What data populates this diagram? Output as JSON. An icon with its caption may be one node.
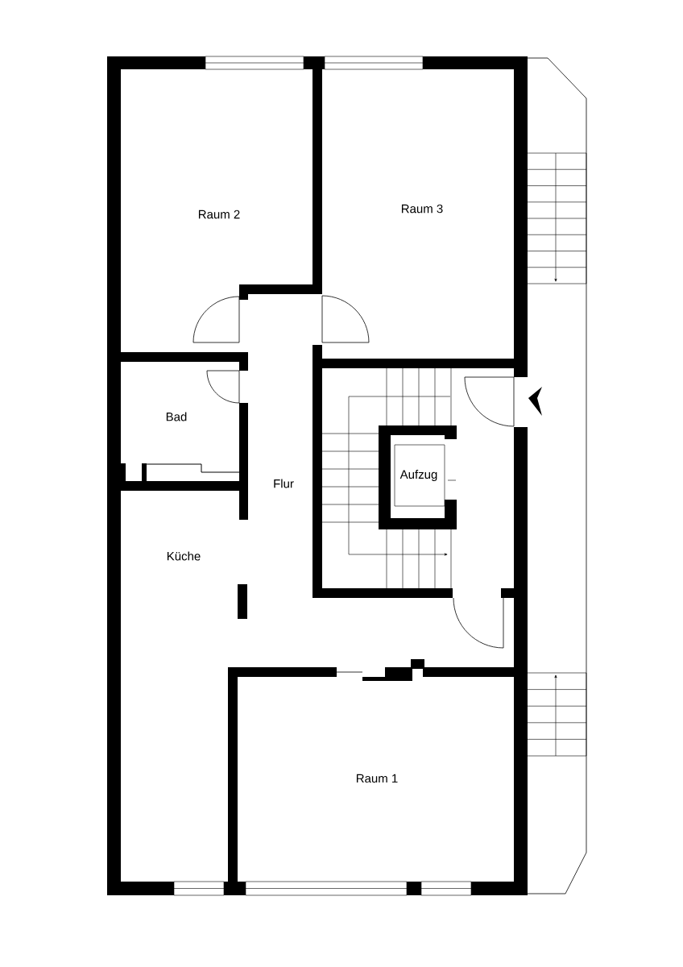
{
  "diagram": {
    "labels": [
      "Raum 2",
      "Raum 3",
      "Bad",
      "Flur",
      "Küche",
      "Aufzug",
      "Raum 1"
    ]
  }
}
